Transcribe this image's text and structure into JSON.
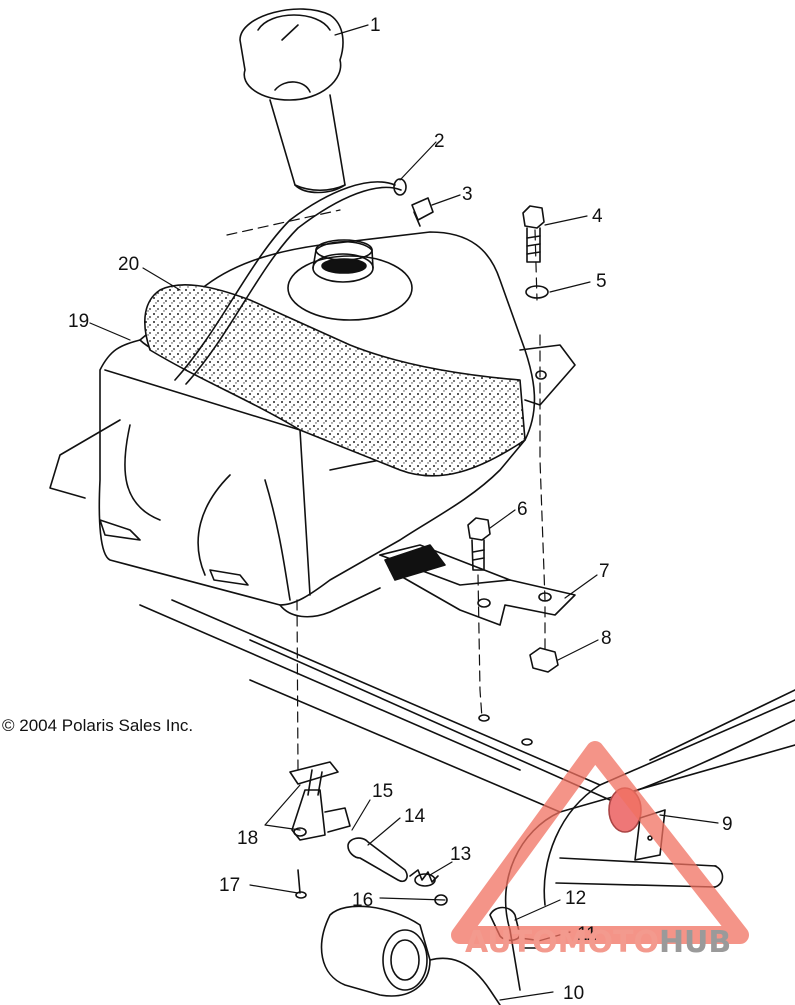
{
  "callouts": [
    "1",
    "2",
    "3",
    "4",
    "5",
    "6",
    "7",
    "8",
    "9",
    "10",
    "11",
    "12",
    "13",
    "14",
    "15",
    "16",
    "17",
    "18",
    "19",
    "20"
  ],
  "copyright": "© 2004 Polaris Sales Inc.",
  "watermark": {
    "part1": "AUTOMOTO",
    "part2": "HUB",
    "color1": "#f39a8e",
    "color2": "#9a9a9a",
    "logo_color": "#f07060"
  },
  "line_color": "#111111"
}
